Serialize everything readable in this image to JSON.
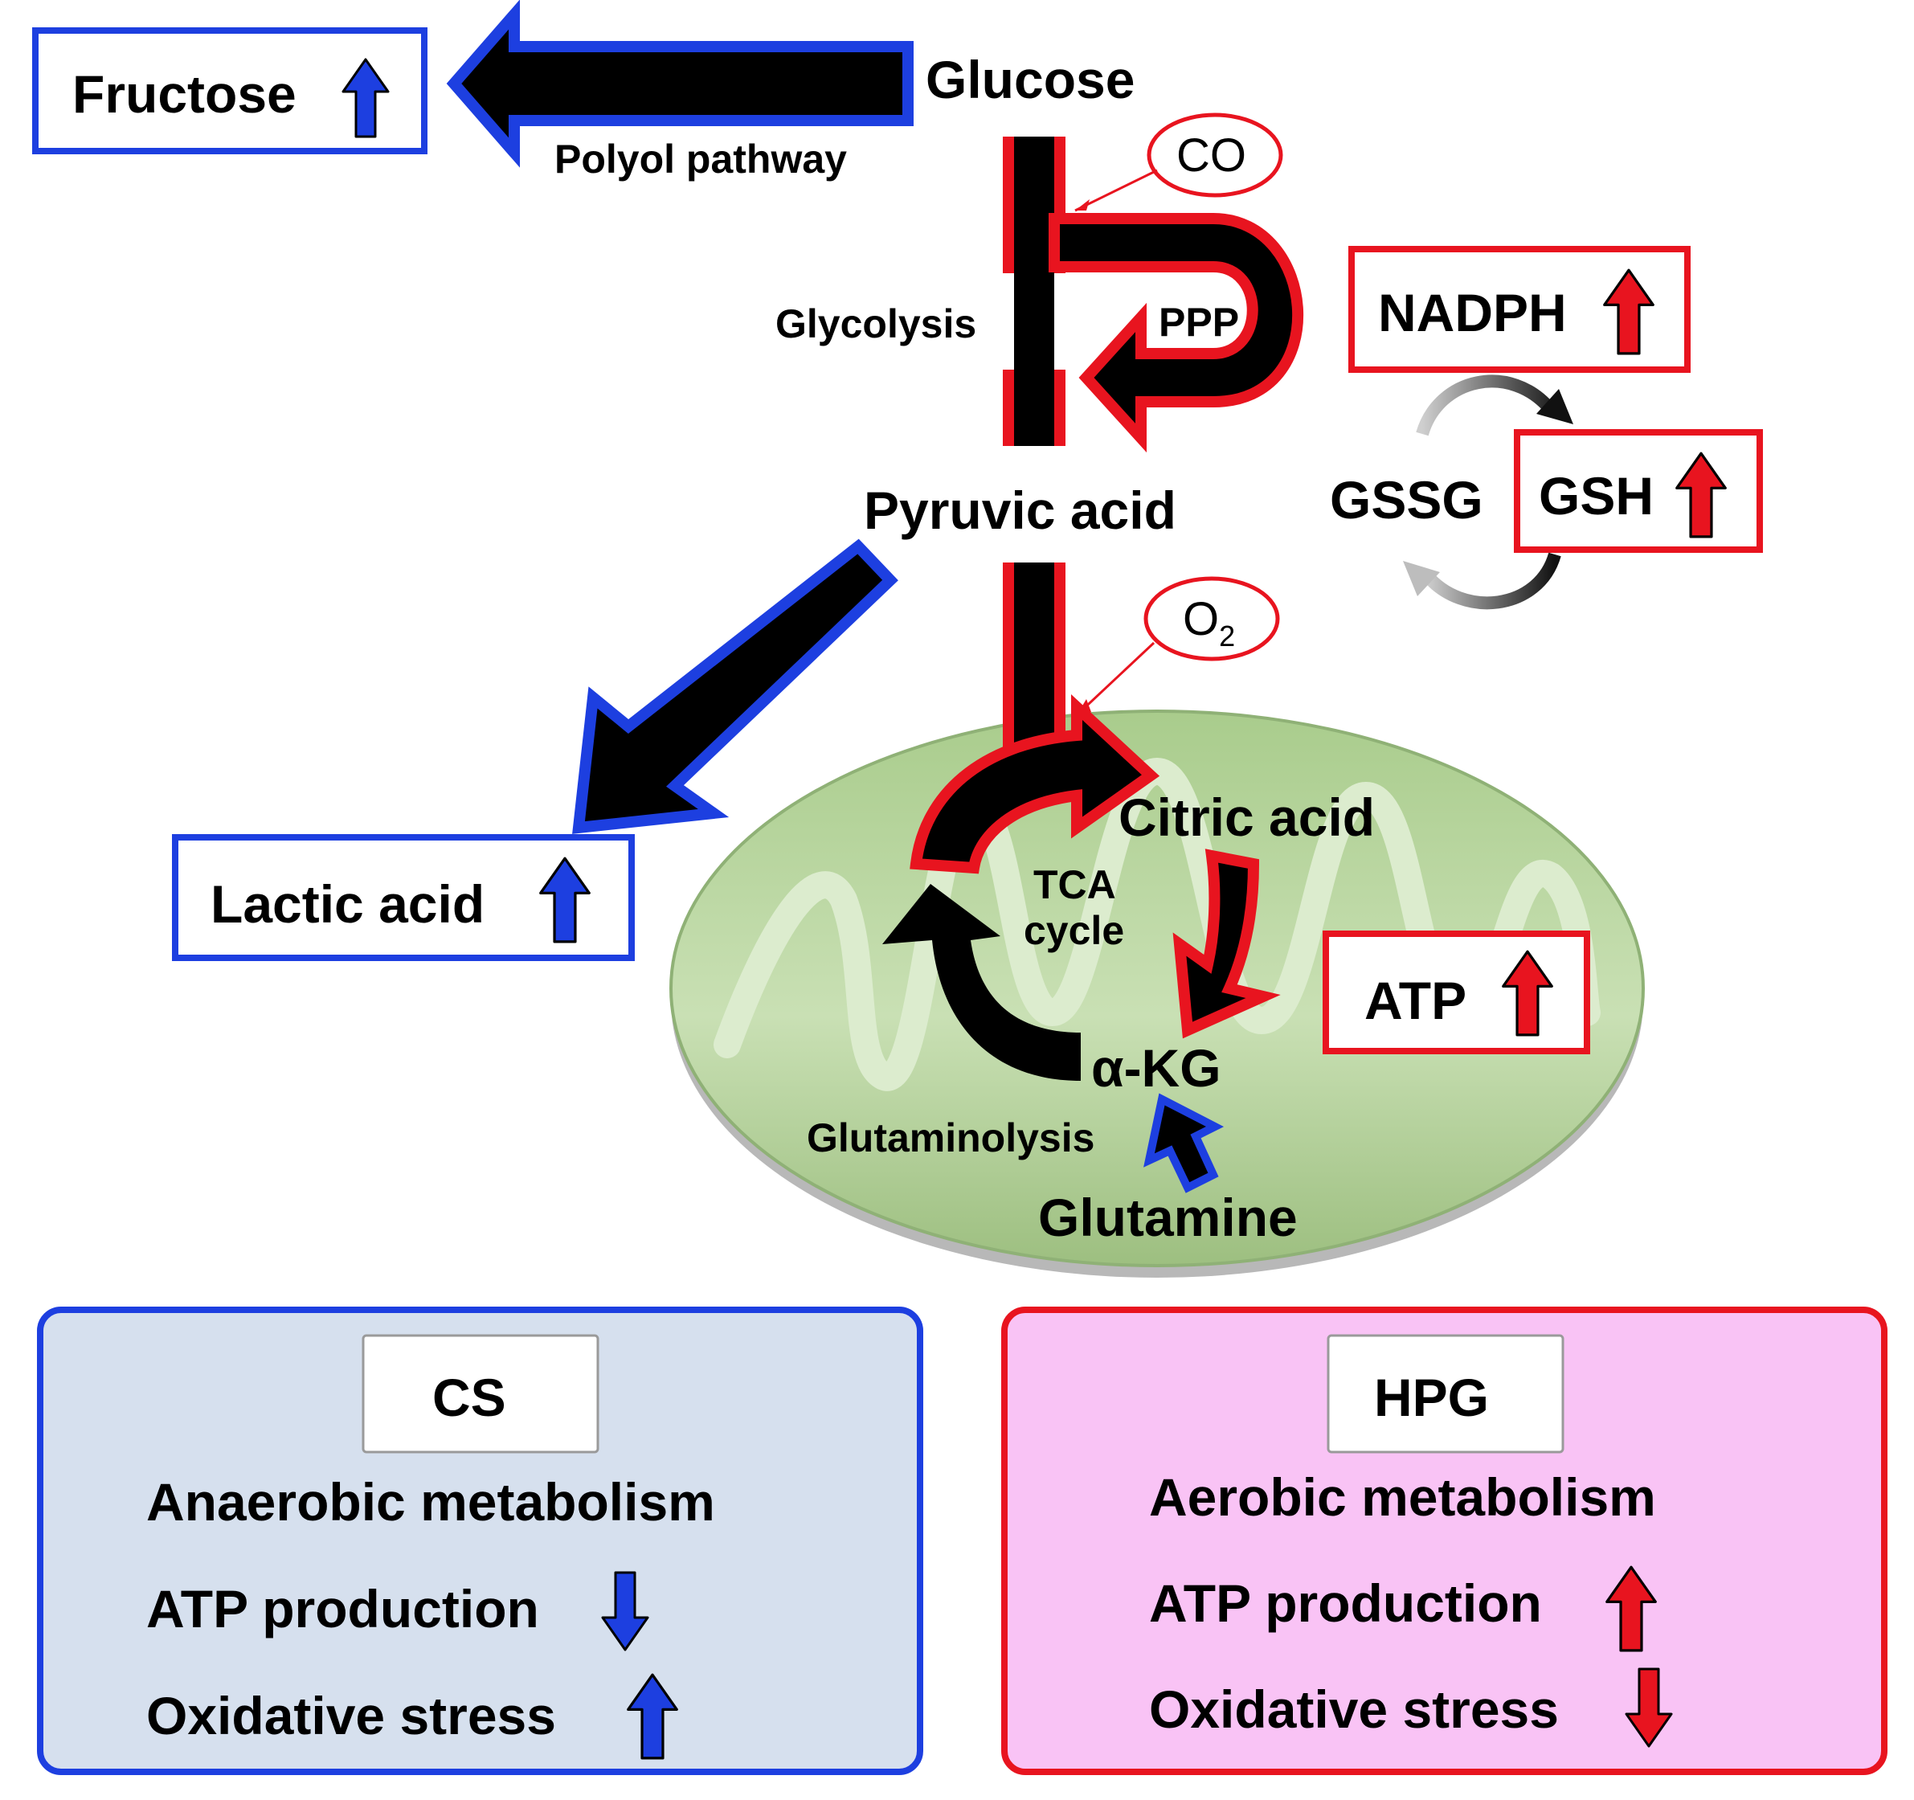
{
  "colors": {
    "red": "#e8141f",
    "blue": "#1d3fe0",
    "black": "#000000",
    "mito_green": "#c9e0b4",
    "cs_panel": "#d6e0ee",
    "hpg_panel": "#f9c3f5"
  },
  "icons": [
    "arrow-up-icon",
    "arrow-down-icon"
  ],
  "pathway": {
    "glucose": "Glucose",
    "fructose": "Fructose",
    "polyol": "Polyol pathway",
    "co": "CO",
    "glycolysis": "Glycolysis",
    "ppp": "PPP",
    "nadph": "NADPH",
    "gssg": "GSSG",
    "gsh": "GSH",
    "pyruvic": "Pyruvic acid",
    "o2_main": "O",
    "o2_sub": "2",
    "lactic": "Lactic acid",
    "citric": "Citric acid",
    "tca_line1": "TCA",
    "tca_line2": "cycle",
    "atp": "ATP",
    "akg": "α-KG",
    "glutaminolysis": "Glutaminolysis",
    "glutamine": "Glutamine"
  },
  "panels": {
    "cs": {
      "title": "CS",
      "line1": "Anaerobic metabolism",
      "line2": "ATP production",
      "line3": "Oxidative stress"
    },
    "hpg": {
      "title": "HPG",
      "line1": "Aerobic metabolism",
      "line2": "ATP production",
      "line3": "Oxidative stress"
    }
  }
}
